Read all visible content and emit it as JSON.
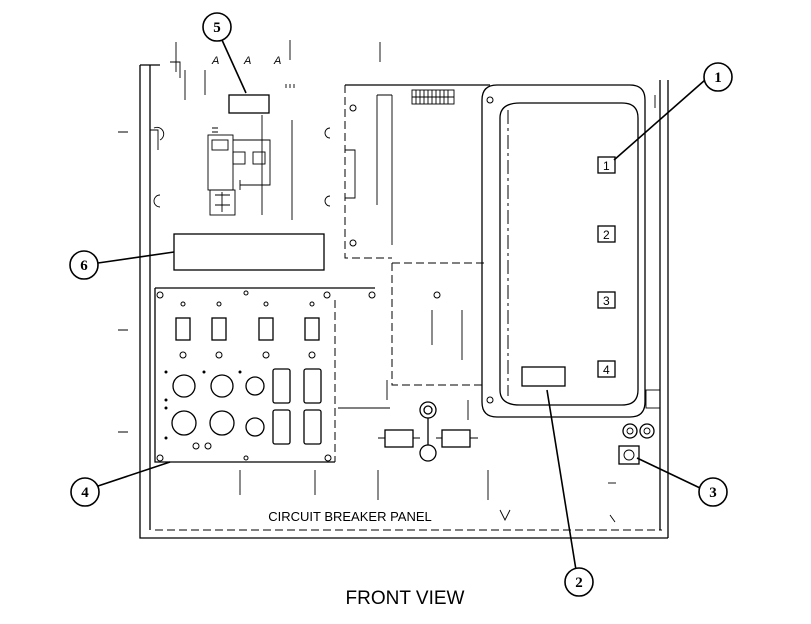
{
  "diagram": {
    "panel_label": "CIRCUIT BREAKER PANEL",
    "view_label": "FRONT VIEW",
    "callouts": [
      {
        "id": "1",
        "label": "1"
      },
      {
        "id": "2",
        "label": "2"
      },
      {
        "id": "3",
        "label": "3"
      },
      {
        "id": "4",
        "label": "4"
      },
      {
        "id": "5",
        "label": "5"
      },
      {
        "id": "6",
        "label": "6"
      }
    ],
    "breaker_marks": [
      "1",
      "2",
      "3",
      "4"
    ]
  }
}
